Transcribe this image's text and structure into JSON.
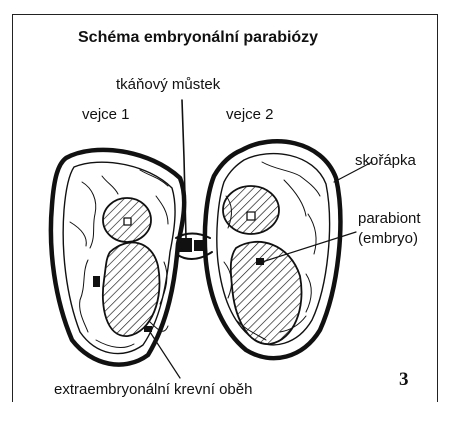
{
  "title": "Schéma embryonální parabiózy",
  "labels": {
    "bridge": "tkáňový můstek",
    "egg1": "vejce 1",
    "egg2": "vejce 2",
    "shell": "skořápka",
    "parabiont": "parabiont",
    "embryo": "(embryo)",
    "circulation": "extraembryonální krevní oběh"
  },
  "figure_number": "3"
}
